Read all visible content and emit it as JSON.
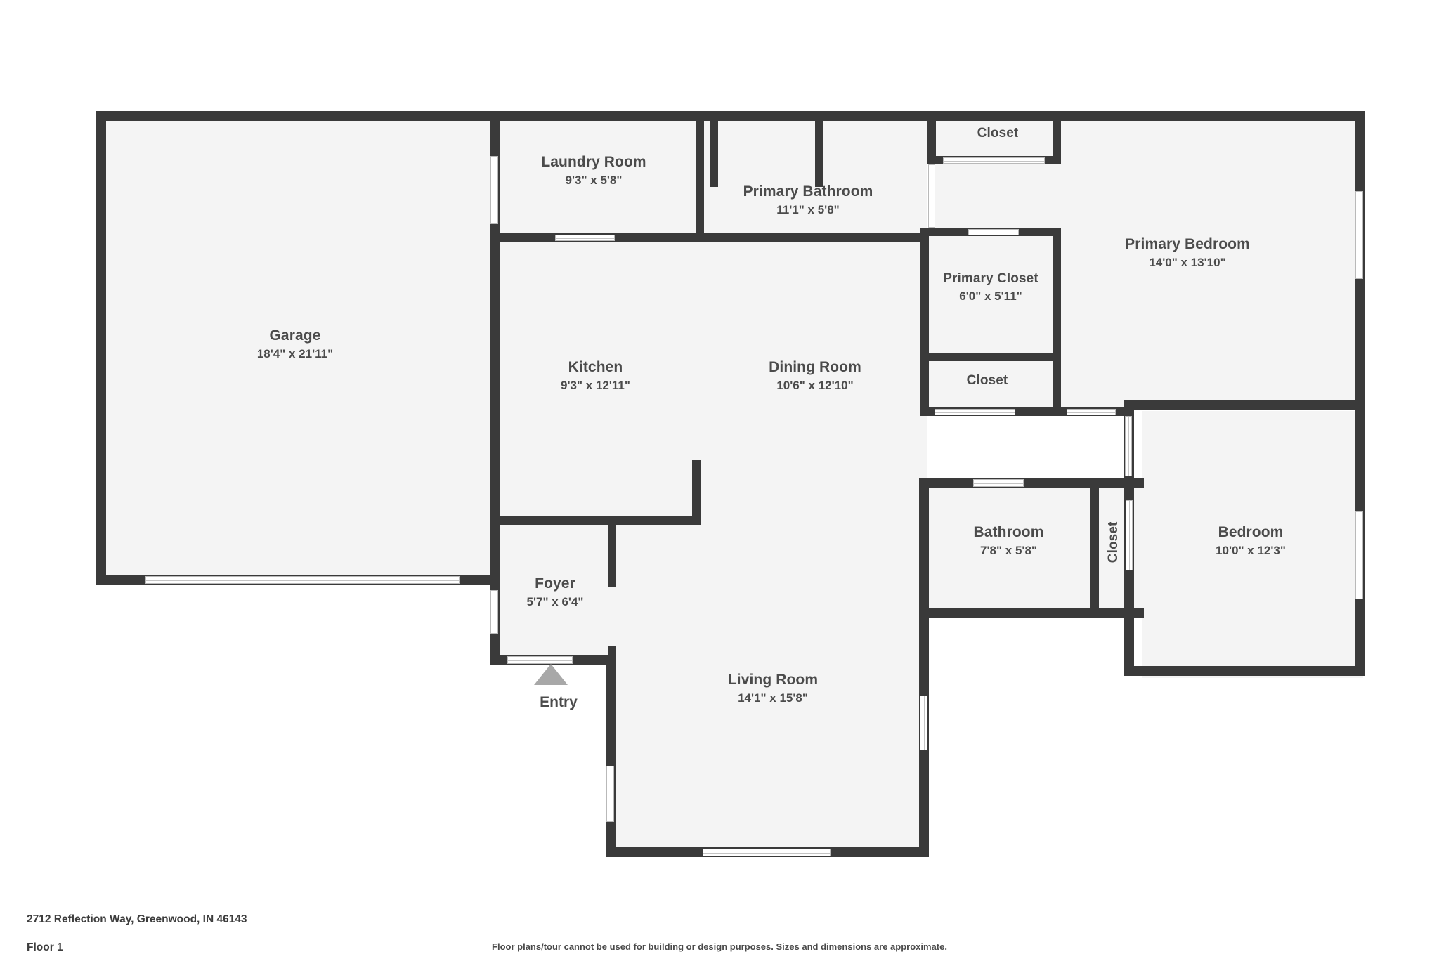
{
  "plan": {
    "rooms": [
      {
        "id": "garage",
        "name": "Garage",
        "dimensions": "18'4\" x 21'11\""
      },
      {
        "id": "laundry-room",
        "name": "Laundry Room",
        "dimensions": "9'3\" x 5'8\""
      },
      {
        "id": "primary-bathroom",
        "name": "Primary Bathroom",
        "dimensions": "11'1\" x 5'8\""
      },
      {
        "id": "closet-top",
        "name": "Closet",
        "dimensions": ""
      },
      {
        "id": "primary-bedroom",
        "name": "Primary Bedroom",
        "dimensions": "14'0\" x 13'10\""
      },
      {
        "id": "primary-closet",
        "name": "Primary Closet",
        "dimensions": "6'0\" x 5'11\""
      },
      {
        "id": "closet-mid",
        "name": "Closet",
        "dimensions": ""
      },
      {
        "id": "kitchen",
        "name": "Kitchen",
        "dimensions": "9'3\" x 12'11\""
      },
      {
        "id": "dining-room",
        "name": "Dining Room",
        "dimensions": "10'6\" x 12'10\""
      },
      {
        "id": "bathroom",
        "name": "Bathroom",
        "dimensions": "7'8\" x 5'8\""
      },
      {
        "id": "closet-hall",
        "name": "Closet",
        "dimensions": ""
      },
      {
        "id": "bedroom",
        "name": "Bedroom",
        "dimensions": "10'0\" x 12'3\""
      },
      {
        "id": "foyer",
        "name": "Foyer",
        "dimensions": "5'7\" x 6'4\""
      },
      {
        "id": "living-room",
        "name": "Living Room",
        "dimensions": "14'1\" x 15'8\""
      }
    ],
    "entry": {
      "label": "Entry",
      "marker": "up-triangle"
    },
    "colors": {
      "wall": "#3a3a3a",
      "floor": "#f4f4f4",
      "text": "#4b4b4b",
      "entry_marker": "#a8a8a8",
      "background": "#ffffff"
    }
  },
  "footer": {
    "address": "2712 Reflection Way, Greenwood, IN 46143",
    "floor": "Floor 1",
    "disclaimer": "Floor plans/tour cannot be used for building or design purposes. Sizes and dimensions are approximate."
  }
}
